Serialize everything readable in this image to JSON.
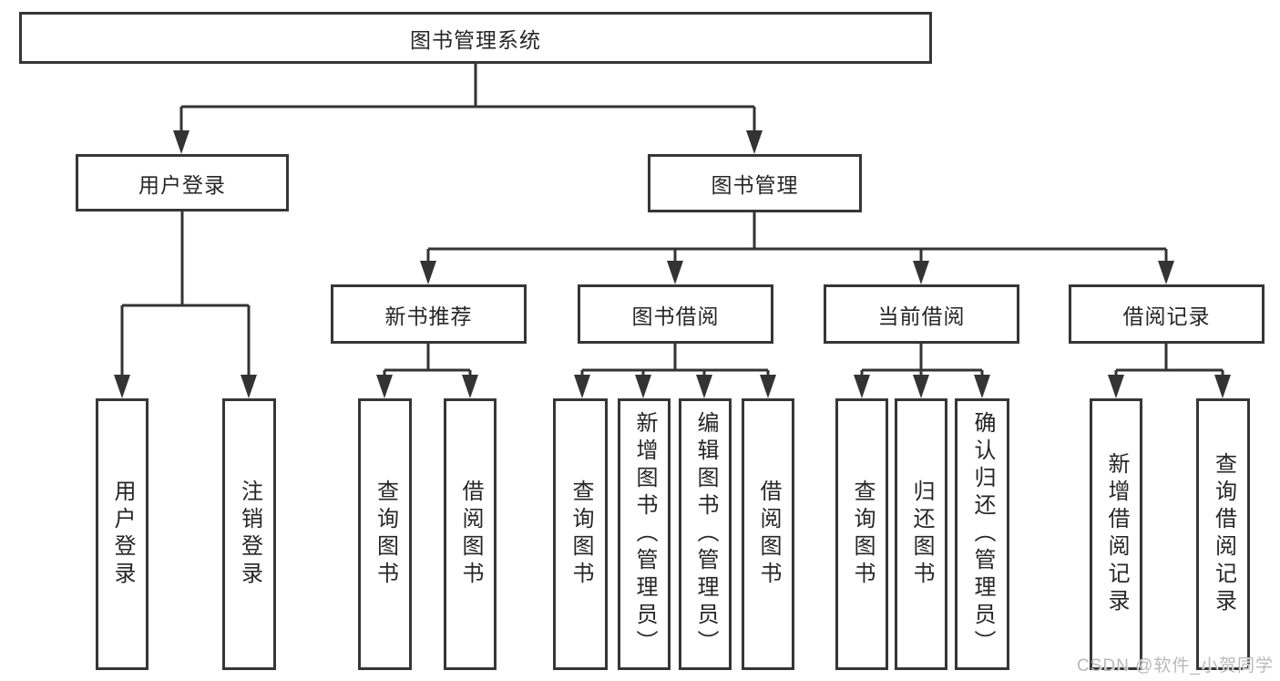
{
  "watermark": "CSDN @软件_小贺同学",
  "colors": {
    "background": "#ffffff",
    "box_border": "#363636",
    "line": "#333333",
    "text": "#262626",
    "watermark": "#b9b9b9"
  },
  "tree": {
    "root": {
      "label": "图书管理系统",
      "children": [
        {
          "label": "用户登录",
          "children": [
            {
              "label": "用户登录"
            },
            {
              "label": "注销登录"
            }
          ]
        },
        {
          "label": "图书管理",
          "children": [
            {
              "label": "新书推荐",
              "children": [
                {
                  "label": "查询图书"
                },
                {
                  "label": "借阅图书"
                }
              ]
            },
            {
              "label": "图书借阅",
              "children": [
                {
                  "label": "查询图书"
                },
                {
                  "label": "新增图书（管理员）"
                },
                {
                  "label": "编辑图书（管理员）"
                },
                {
                  "label": "借阅图书"
                }
              ]
            },
            {
              "label": "当前借阅",
              "children": [
                {
                  "label": "查询图书"
                },
                {
                  "label": "归还图书"
                },
                {
                  "label": "确认归还（管理员）"
                }
              ]
            },
            {
              "label": "借阅记录",
              "children": [
                {
                  "label": "新增借阅记录"
                },
                {
                  "label": "查询借阅记录"
                }
              ]
            }
          ]
        }
      ]
    }
  }
}
